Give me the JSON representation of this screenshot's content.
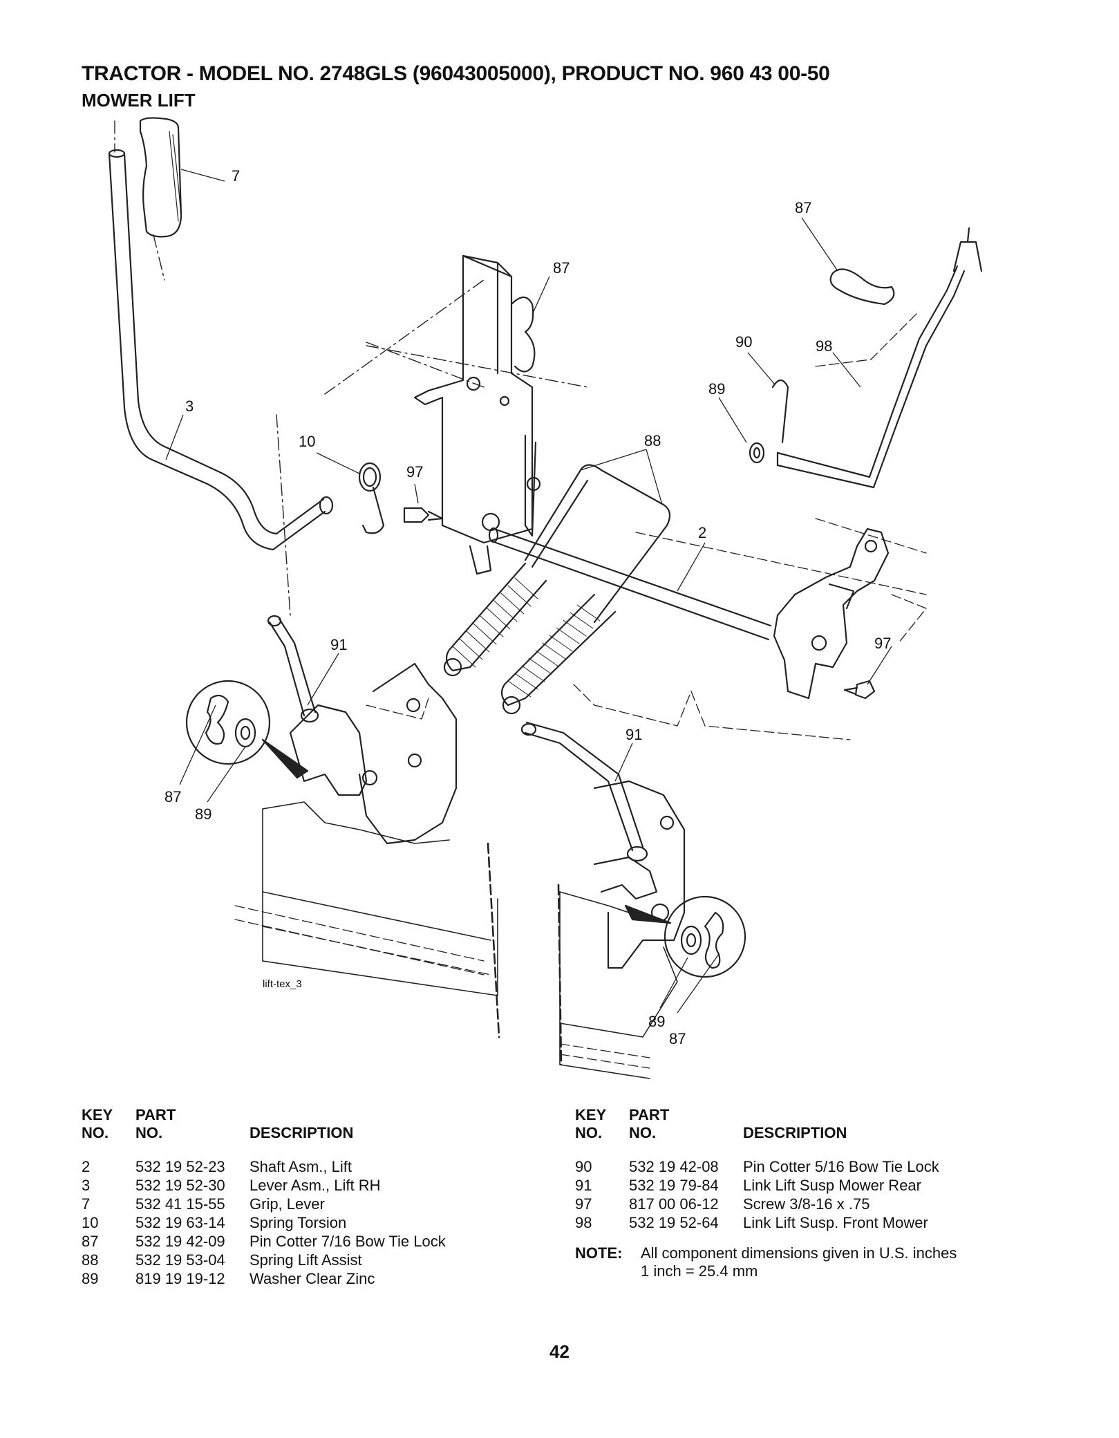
{
  "title": "TRACTOR - MODEL NO. 2748GLS (96043005000), PRODUCT NO. 960 43 00-50",
  "section": "MOWER LIFT",
  "diagram": {
    "code": "lift-tex_3",
    "callouts": {
      "c7": "7",
      "c87a": "87",
      "c87b": "87",
      "c90": "90",
      "c98": "98",
      "c89a": "89",
      "c3": "3",
      "c10": "10",
      "c97a": "97",
      "c88": "88",
      "c2": "2",
      "c97b": "97",
      "c91a": "91",
      "c87c": "87",
      "c89b": "89",
      "c91b": "91",
      "c89c": "89",
      "c87d": "87"
    }
  },
  "table_headers": {
    "key": "KEY",
    "no": "NO.",
    "part": "PART",
    "part_no": "NO.",
    "description": "DESCRIPTION"
  },
  "parts_left": [
    {
      "key": "2",
      "part": "532 19 52-23",
      "desc": "Shaft Asm., Lift"
    },
    {
      "key": "3",
      "part": "532 19 52-30",
      "desc": "Lever Asm., Lift RH"
    },
    {
      "key": "7",
      "part": "532 41 15-55",
      "desc": "Grip, Lever"
    },
    {
      "key": "10",
      "part": "532 19 63-14",
      "desc": "Spring Torsion"
    },
    {
      "key": "87",
      "part": "532 19 42-09",
      "desc": "Pin Cotter 7/16 Bow Tie Lock"
    },
    {
      "key": "88",
      "part": "532 19 53-04",
      "desc": "Spring Lift Assist"
    },
    {
      "key": "89",
      "part": "819 19 19-12",
      "desc": "Washer Clear Zinc"
    }
  ],
  "parts_right": [
    {
      "key": "90",
      "part": "532 19 42-08",
      "desc": "Pin Cotter 5/16 Bow Tie Lock"
    },
    {
      "key": "91",
      "part": "532 19 79-84",
      "desc": "Link Lift Susp Mower Rear"
    },
    {
      "key": "97",
      "part": "817 00 06-12",
      "desc": "Screw 3/8-16 x .75"
    },
    {
      "key": "98",
      "part": "532 19 52-64",
      "desc": "Link Lift Susp. Front Mower"
    }
  ],
  "note": {
    "label": "NOTE:",
    "line1": "All component dimensions given in U.S. inches",
    "line2": "1 inch = 25.4 mm"
  },
  "page_number": "42"
}
